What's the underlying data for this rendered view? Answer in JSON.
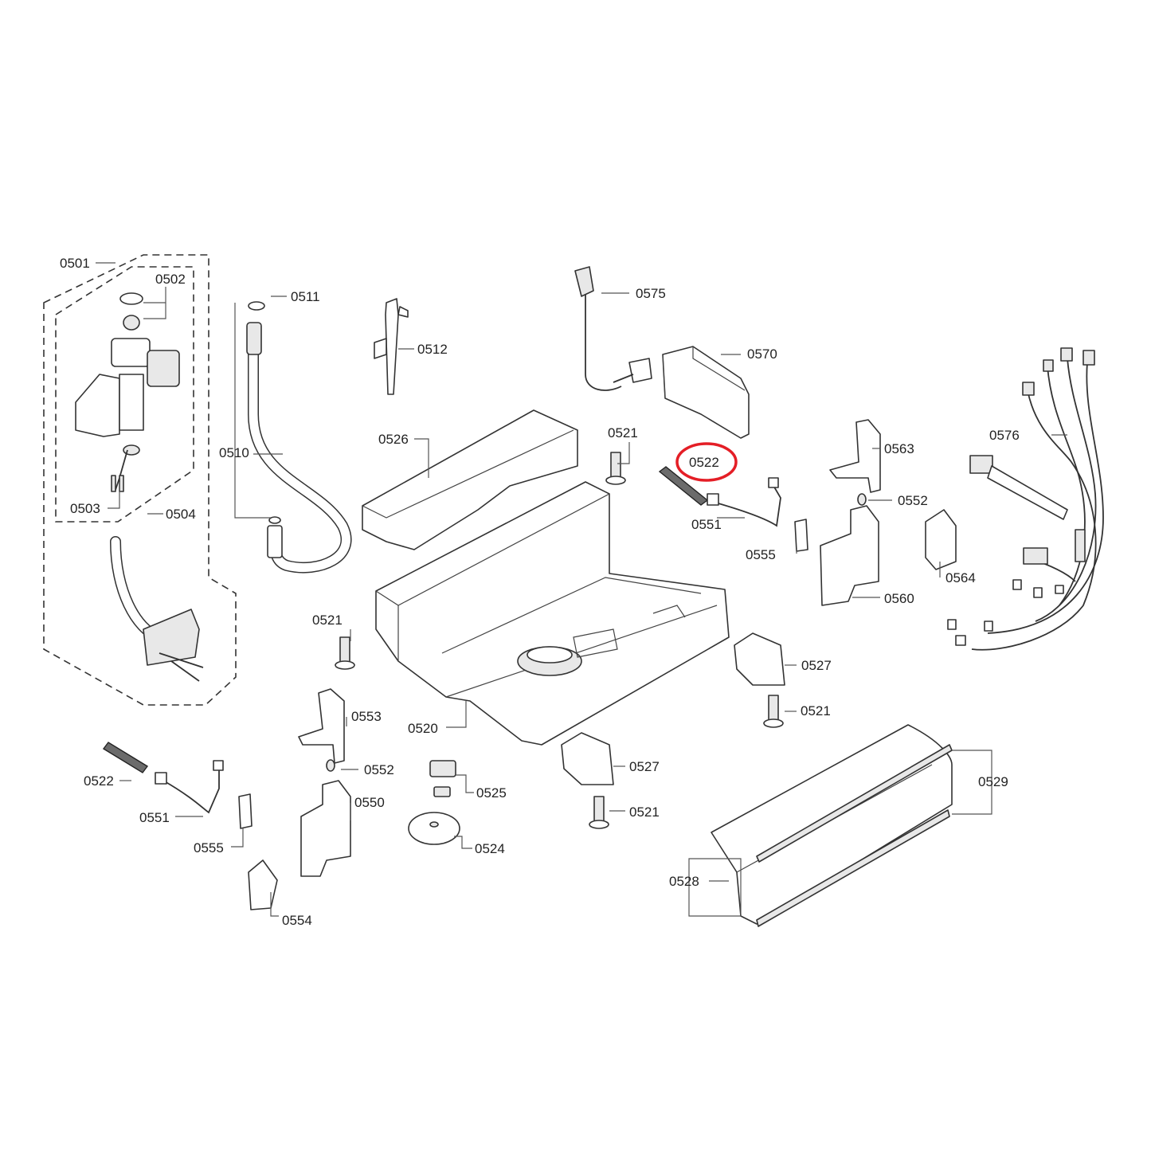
{
  "colors": {
    "highlight": "#e41e26",
    "line": "#333333",
    "background": "#ffffff"
  },
  "highlighted_part": "0522",
  "labels": {
    "p0501": "0501",
    "p0502": "0502",
    "p0503": "0503",
    "p0504": "0504",
    "p0510": "0510",
    "p0511": "0511",
    "p0512": "0512",
    "p0520": "0520",
    "p0521_a": "0521",
    "p0521_b": "0521",
    "p0521_c": "0521",
    "p0521_d": "0521",
    "p0522_a": "0522",
    "p0522_b": "0522",
    "p0524": "0524",
    "p0525": "0525",
    "p0526": "0526",
    "p0527_a": "0527",
    "p0527_b": "0527",
    "p0528": "0528",
    "p0529": "0529",
    "p0550": "0550",
    "p0551_a": "0551",
    "p0551_b": "0551",
    "p0552_a": "0552",
    "p0552_b": "0552",
    "p0553": "0553",
    "p0554": "0554",
    "p0555_a": "0555",
    "p0555_b": "0555",
    "p0560": "0560",
    "p0563": "0563",
    "p0564": "0564",
    "p0570": "0570",
    "p0575": "0575",
    "p0576": "0576"
  }
}
